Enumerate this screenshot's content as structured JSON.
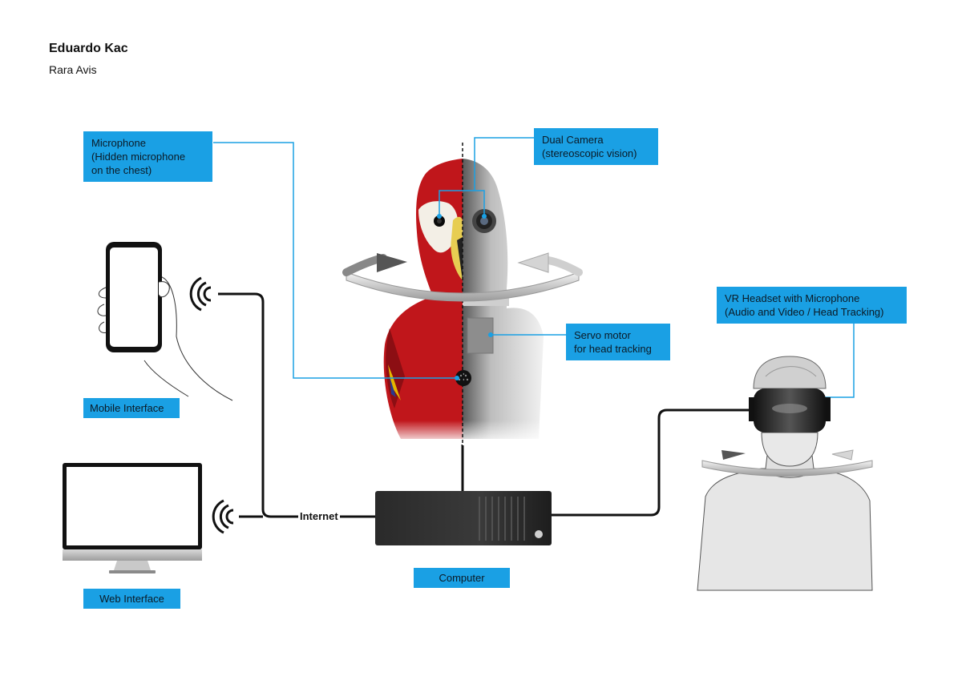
{
  "header": {
    "artist": "Eduardo Kac",
    "work": "Rara Avis"
  },
  "labels": {
    "microphone": [
      "Microphone",
      "(Hidden microphone",
      "on the chest)"
    ],
    "dual_camera": [
      "Dual Camera",
      "(stereoscopic vision)"
    ],
    "servo": [
      "Servo motor",
      "for head tracking"
    ],
    "vr_headset": [
      "VR Headset with Microphone",
      "(Audio and Video / Head Tracking)"
    ],
    "mobile": "Mobile Interface",
    "web": "Web Interface",
    "computer": "Computer",
    "internet": "Internet"
  },
  "colors": {
    "label_bg": "#1aa0e4",
    "line": "#1aa0e4",
    "cable": "#111111",
    "parrot_red": "#c0161b"
  }
}
